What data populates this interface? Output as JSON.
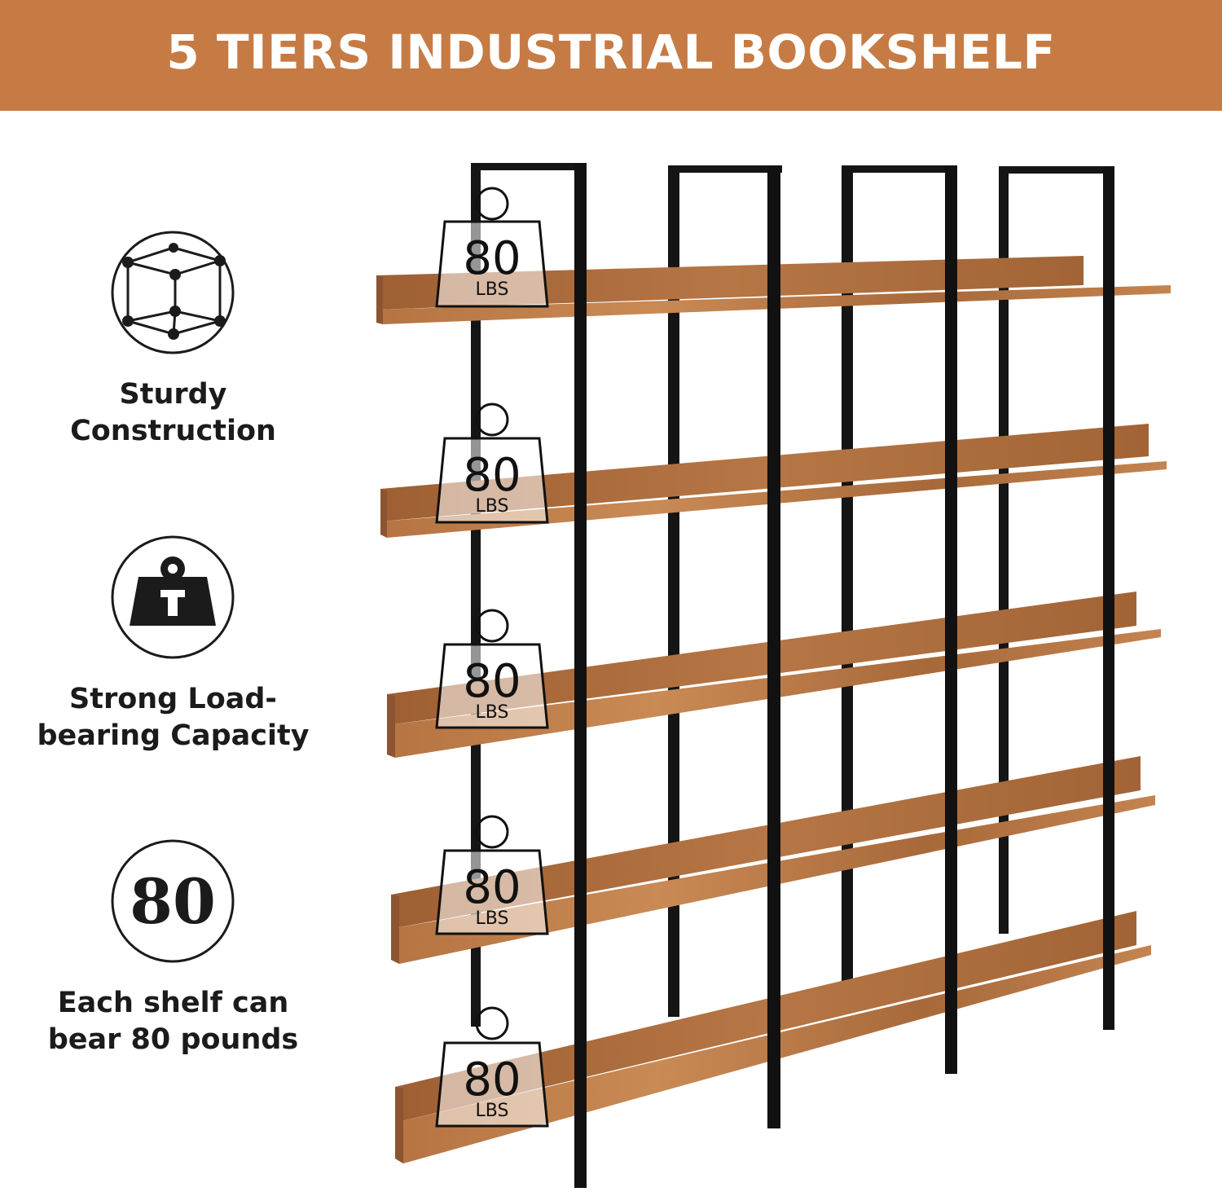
{
  "banner": {
    "title": "5 TIERS INDUSTRIAL BOOKSHELF"
  },
  "features": [
    {
      "icon": "cube-structure-icon",
      "lines": [
        "Sturdy",
        "Construction"
      ]
    },
    {
      "icon": "weight-icon",
      "lines": [
        "Strong Load-",
        "bearing Capacity"
      ]
    },
    {
      "icon": "80-badge-icon",
      "badge": "80",
      "lines": [
        "Each shelf can",
        "bear 80 pounds"
      ]
    }
  ],
  "weight_tag": {
    "value": "80",
    "unit": "LBS"
  },
  "colors": {
    "banner": "#c67b45",
    "wood": "#b87a47",
    "frame": "#111111",
    "text": "#1b1b1b"
  }
}
